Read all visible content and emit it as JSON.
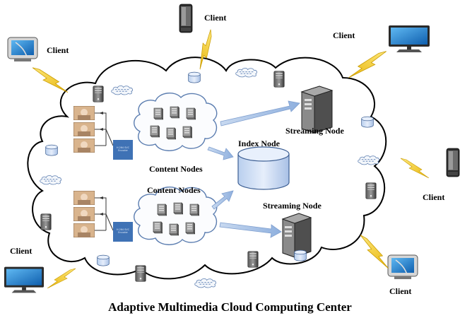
{
  "caption": "Adaptive Multimedia Cloud Computing Center",
  "labels": {
    "client": "Client",
    "content_nodes": "Content Nodes",
    "index_node": "Index Node",
    "streaming_node": "Streaming Node"
  },
  "encoder_label": "H.264 SVC Encoder",
  "colors": {
    "lightning": "#f6d22e",
    "cloud_stroke": "#000000",
    "arrow": "#a9c3e6",
    "cylinder": "#cfe0f6",
    "encoder": "#3f72b5",
    "monitor_screen": "#1c86d9"
  },
  "icons": [
    "server-icon",
    "monitor-icon",
    "tablet-icon",
    "phone-icon",
    "database-icon",
    "lightning-icon",
    "mini-cloud-icon",
    "video-frame-icon"
  ]
}
